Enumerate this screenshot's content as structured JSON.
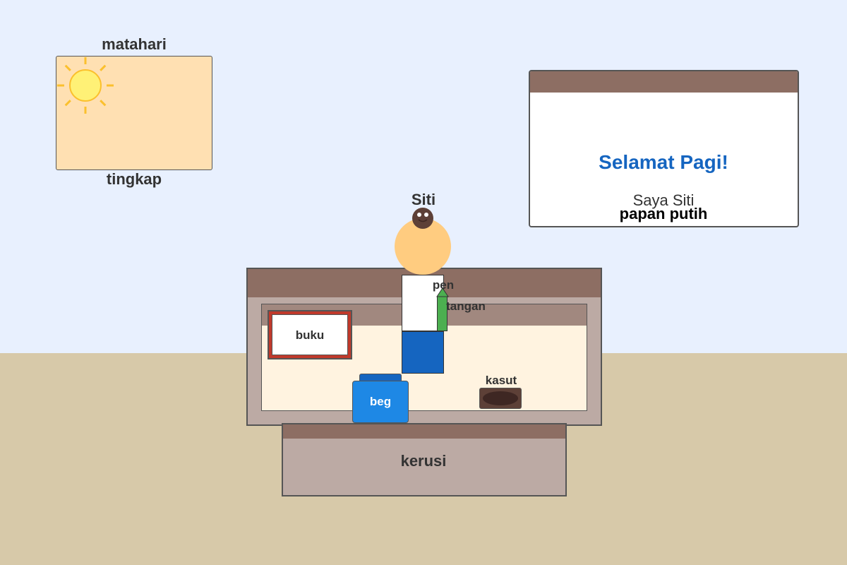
{
  "colors": {
    "wall": "#e8f0fe",
    "floor": "#d7c9a9",
    "window_glass": "#ffe0b2",
    "sun": "#fff176",
    "sun_rays": "#fbc02d",
    "wood_dark": "#8d6e63",
    "wood_mid": "#a1887f",
    "wood_light": "#bcaaa4",
    "drawer_inside": "#fff3e0",
    "board_title": "#1565c0",
    "skin": "#ffcc80",
    "face": "#5d4037",
    "pants": "#1565c0",
    "pen": "#4caf50",
    "bag": "#1e88e5",
    "bag_handle": "#1565c0",
    "shoe": "#5d4037",
    "shoe_sole": "#3e2723",
    "book_cover": "#c0392b"
  },
  "labels": {
    "sun": "matahari",
    "window": "tingkap",
    "person": "Siti",
    "pen": "pen",
    "hand": "tangan",
    "book": "buku",
    "bag": "beg",
    "shoe": "kasut",
    "chair": "kerusi",
    "board": "papan putih"
  },
  "board": {
    "greeting": "Selamat Pagi!",
    "intro": "Saya Siti"
  },
  "icons": {
    "sun": "sun-icon",
    "pen": "pencil-icon",
    "bag": "backpack-icon",
    "shoe": "shoe-icon",
    "book": "book-icon",
    "person": "person-icon"
  }
}
